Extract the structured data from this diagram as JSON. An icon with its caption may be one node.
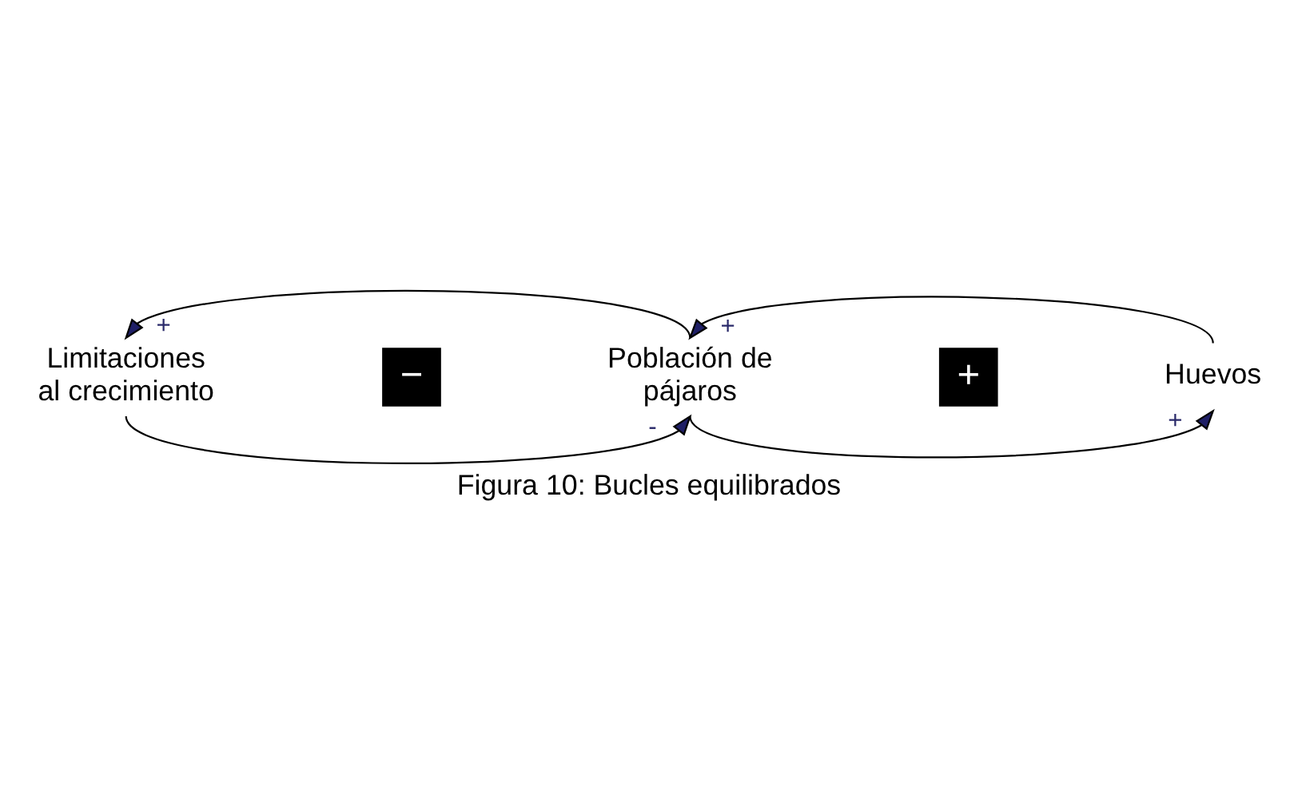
{
  "diagram": {
    "caption": "Figura 10: Bucles equilibrados",
    "nodes": [
      {
        "text": [
          "Limitaciones al crecimiento"
        ]
      },
      {
        "text": [
          "Población de pájaros"
        ]
      },
      {
        "text": [
          "Huevos"
        ]
      }
    ],
    "edges": [
      {
        "from": 1,
        "to": 0,
        "arrow": "to",
        "label": "+"
      },
      {
        "from": 0,
        "to": 1,
        "arrow": "to",
        "label": "-"
      },
      {
        "from": 1,
        "to": 2,
        "arrow": "to",
        "label": "+"
      },
      {
        "from": 2,
        "to": 1,
        "arrow": "to",
        "label": "+"
      }
    ],
    "labels": [
      "−",
      "+"
    ]
  }
}
